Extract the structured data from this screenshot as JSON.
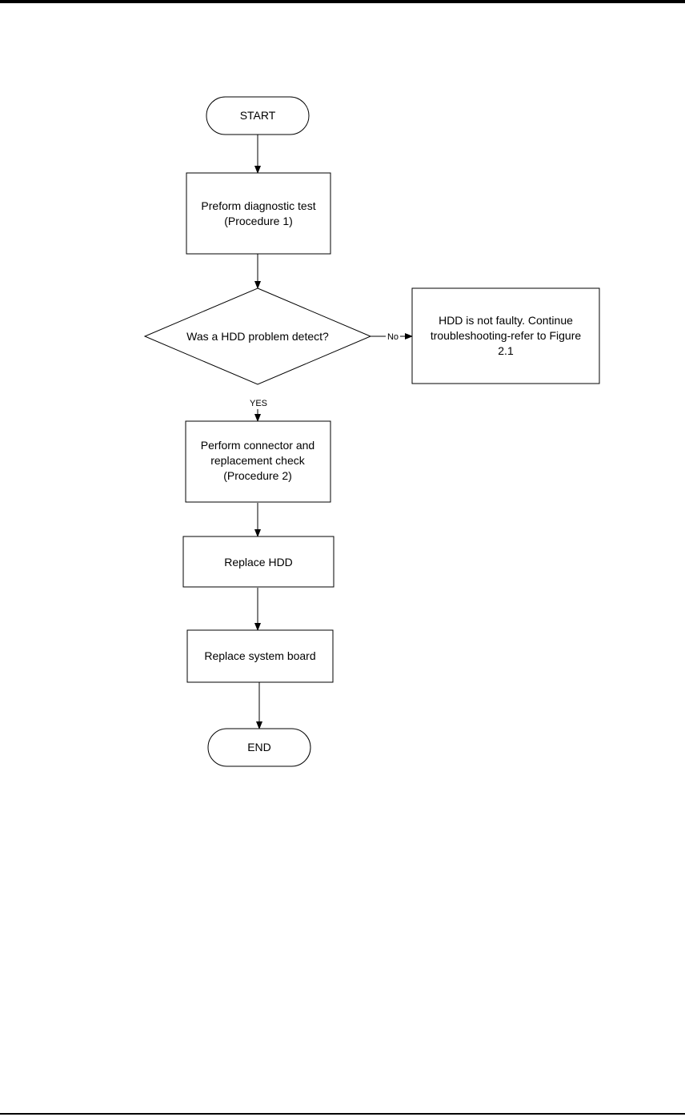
{
  "flowchart": {
    "start": "START",
    "step_diagnostic": [
      "Preform diagnostic test",
      "(Procedure 1)"
    ],
    "decision": "Was a HDD problem detect?",
    "no_label": "No",
    "not_faulty": [
      "HDD is not faulty. Continue",
      "troubleshooting-refer to Figure",
      "2.1"
    ],
    "yes_label": "YES",
    "step_connector": [
      "Perform connector and",
      "replacement check",
      "(Procedure 2)"
    ],
    "step_replace_hdd": "Replace HDD",
    "step_replace_board": "Replace system board",
    "end": "END"
  }
}
